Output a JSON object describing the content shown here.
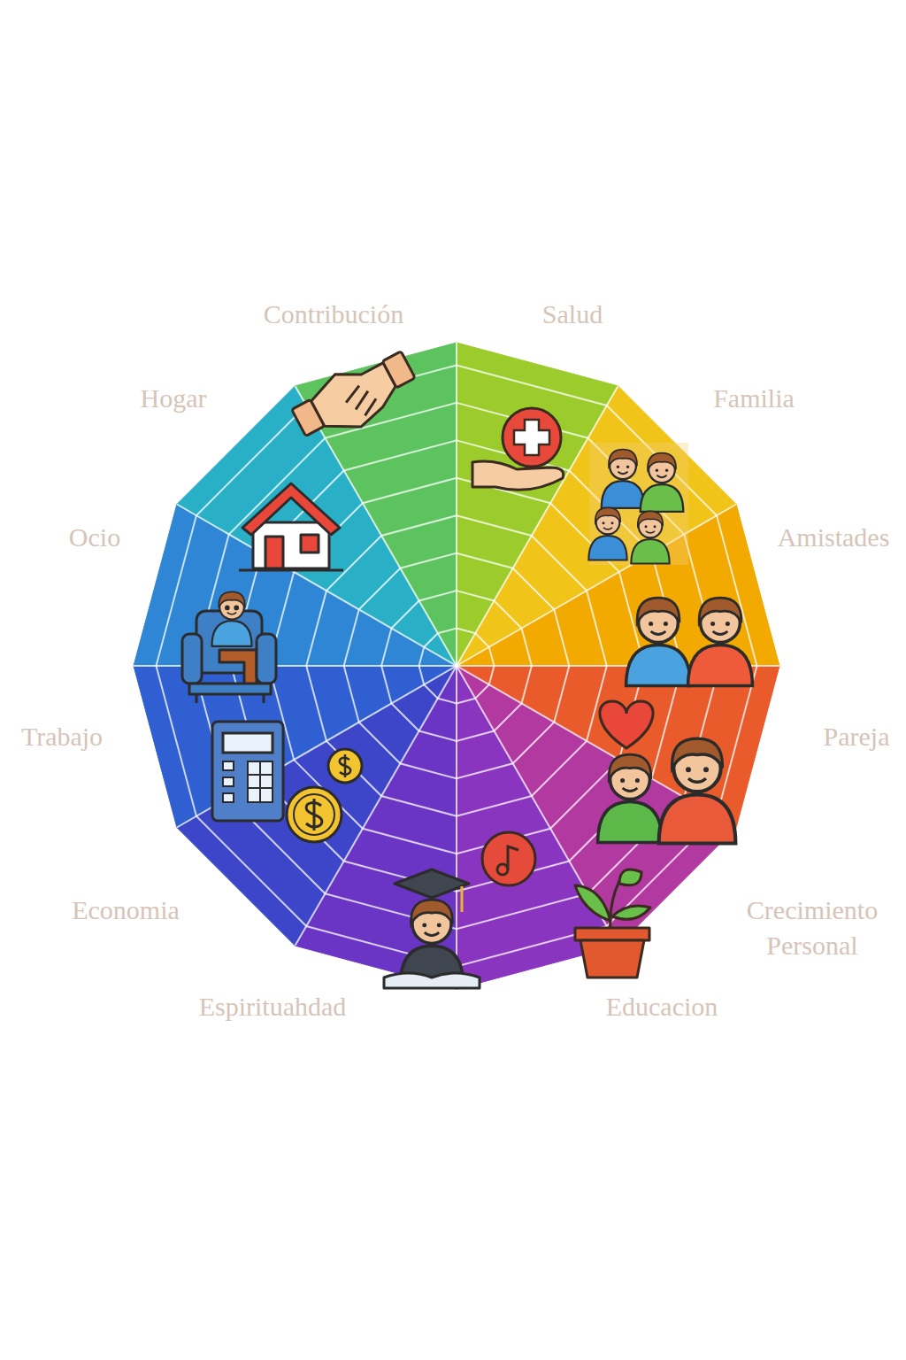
{
  "diagram": {
    "labels": [
      "Contribución",
      "Salud",
      "Hogar",
      "Familia",
      "Ocio",
      "Amistades",
      "Trabajo",
      "Pareja",
      "Economia",
      "Crecimiento Personal",
      "Espirituahdad",
      "Educacion"
    ]
  }
}
